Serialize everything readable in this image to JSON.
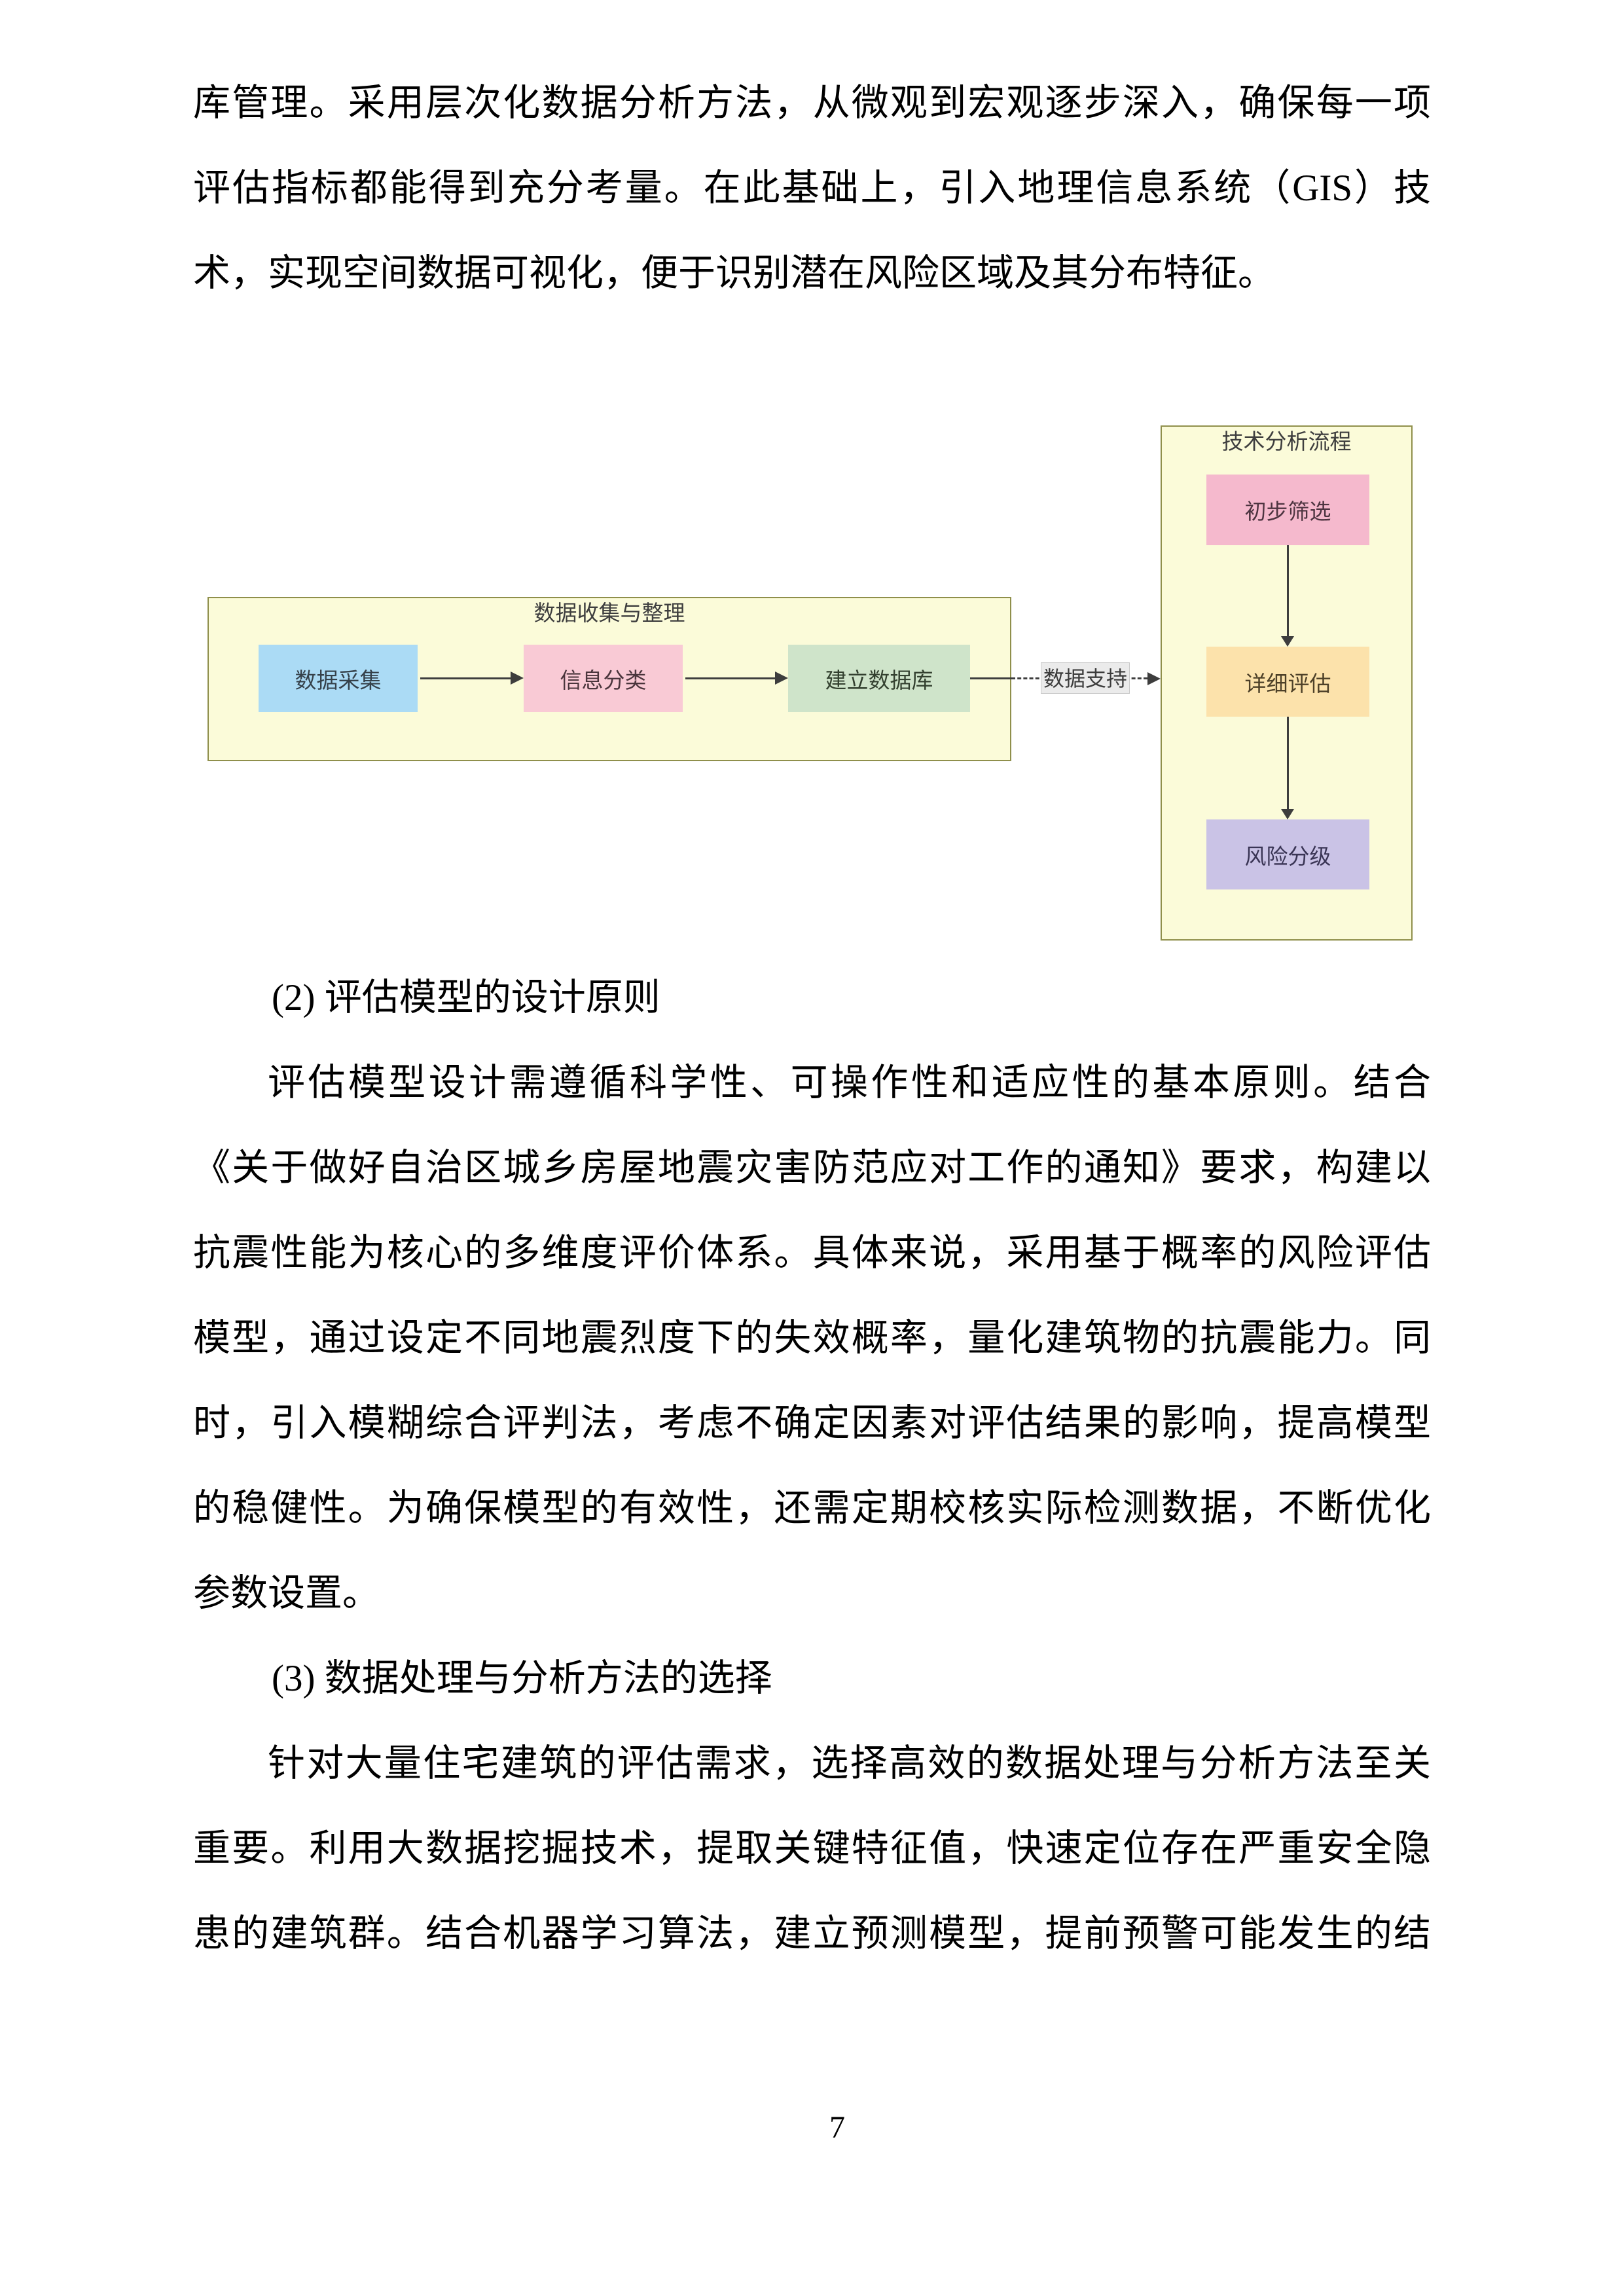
{
  "page": {
    "number": "7"
  },
  "body": {
    "p1": [
      "库管理。采用层次化数据分析方法，从微观到宏观逐步深入，确保每一项",
      "评估指标都能得到充分考量。在此基础上，引入地理信息系统（GIS）技",
      "术，实现空间数据可视化，便于识别潜在风险区域及其分布特征。"
    ],
    "h2": "(2) 评估模型的设计原则",
    "p2": [
      "评估模型设计需遵循科学性、可操作性和适应性的基本原则。结合",
      "《关于做好自治区城乡房屋地震灾害防范应对工作的通知》要求，构建以",
      "抗震性能为核心的多维度评价体系。具体来说，采用基于概率的风险评估",
      "模型，通过设定不同地震烈度下的失效概率，量化建筑物的抗震能力。同",
      "时，引入模糊综合评判法，考虑不确定因素对评估结果的影响，提高模型",
      "的稳健性。为确保模型的有效性，还需定期校核实际检测数据，不断优化",
      "参数设置。"
    ],
    "h3": "(3) 数据处理与分析方法的选择",
    "p3": [
      "针对大量住宅建筑的评估需求，选择高效的数据处理与分析方法至关",
      "重要。利用大数据挖掘技术，提取关键特征值，快速定位存在严重安全隐",
      "患的建筑群。结合机器学习算法，建立预测模型，提前预警可能发生的结"
    ]
  },
  "diagram": {
    "left_group": {
      "title": "数据收集与整理",
      "nodes": [
        {
          "label": "数据采集",
          "color": "#ABDBF5"
        },
        {
          "label": "信息分类",
          "color": "#F9CAD5"
        },
        {
          "label": "建立数据库",
          "color": "#CFE4CA"
        }
      ]
    },
    "connector_label": "数据支持",
    "right_group": {
      "title": "技术分析流程",
      "nodes": [
        {
          "label": "初步筛选",
          "color": "#F5B9CD"
        },
        {
          "label": "详细评估",
          "color": "#FCE2AB"
        },
        {
          "label": "风险分级",
          "color": "#CAC3E6"
        }
      ]
    },
    "colors": {
      "group_fill": "#FBFBD9",
      "group_border": "#8F8F4B",
      "arrow": "#3D3D3D",
      "edge_label_bg": "#EBEBEB",
      "body_text": "#000000"
    }
  }
}
